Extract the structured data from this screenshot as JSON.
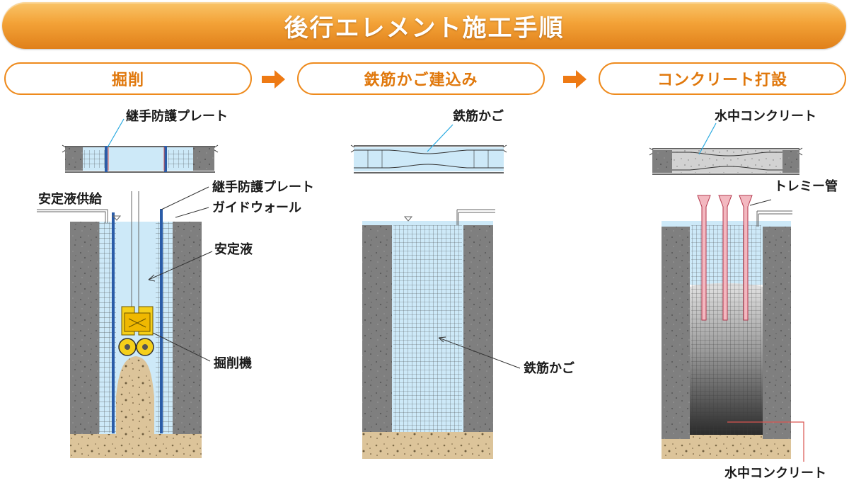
{
  "title": "後行エレメント施工手順",
  "steps": [
    {
      "label": "掘削"
    },
    {
      "label": "鉄筋かご建込み"
    },
    {
      "label": "コンクリート打設"
    }
  ],
  "colors": {
    "accent": "#ee8a1c",
    "soil": "#dcc49a",
    "wall": "#7d7d7d",
    "slurry": "#cde9f8",
    "concrete": "#cfcfcf",
    "rebar": "#3a3a3a",
    "tremie": "#f3b8c0",
    "machine": "#f5cf1a",
    "protect_plate": "#2a5ca8"
  },
  "step1": {
    "plan_label": "継手防護プレート",
    "supply_label": "安定液供給",
    "plate_label": "継手防護プレート",
    "guide_wall_label": "ガイドウォール",
    "slurry_label": "安定液",
    "machine_label": "掘削機"
  },
  "step2": {
    "plan_label": "鉄筋かご",
    "cage_label": "鉄筋かご"
  },
  "step3": {
    "plan_label": "水中コンクリート",
    "tremie_label": "トレミー管",
    "concrete_label": "水中コンクリート"
  }
}
